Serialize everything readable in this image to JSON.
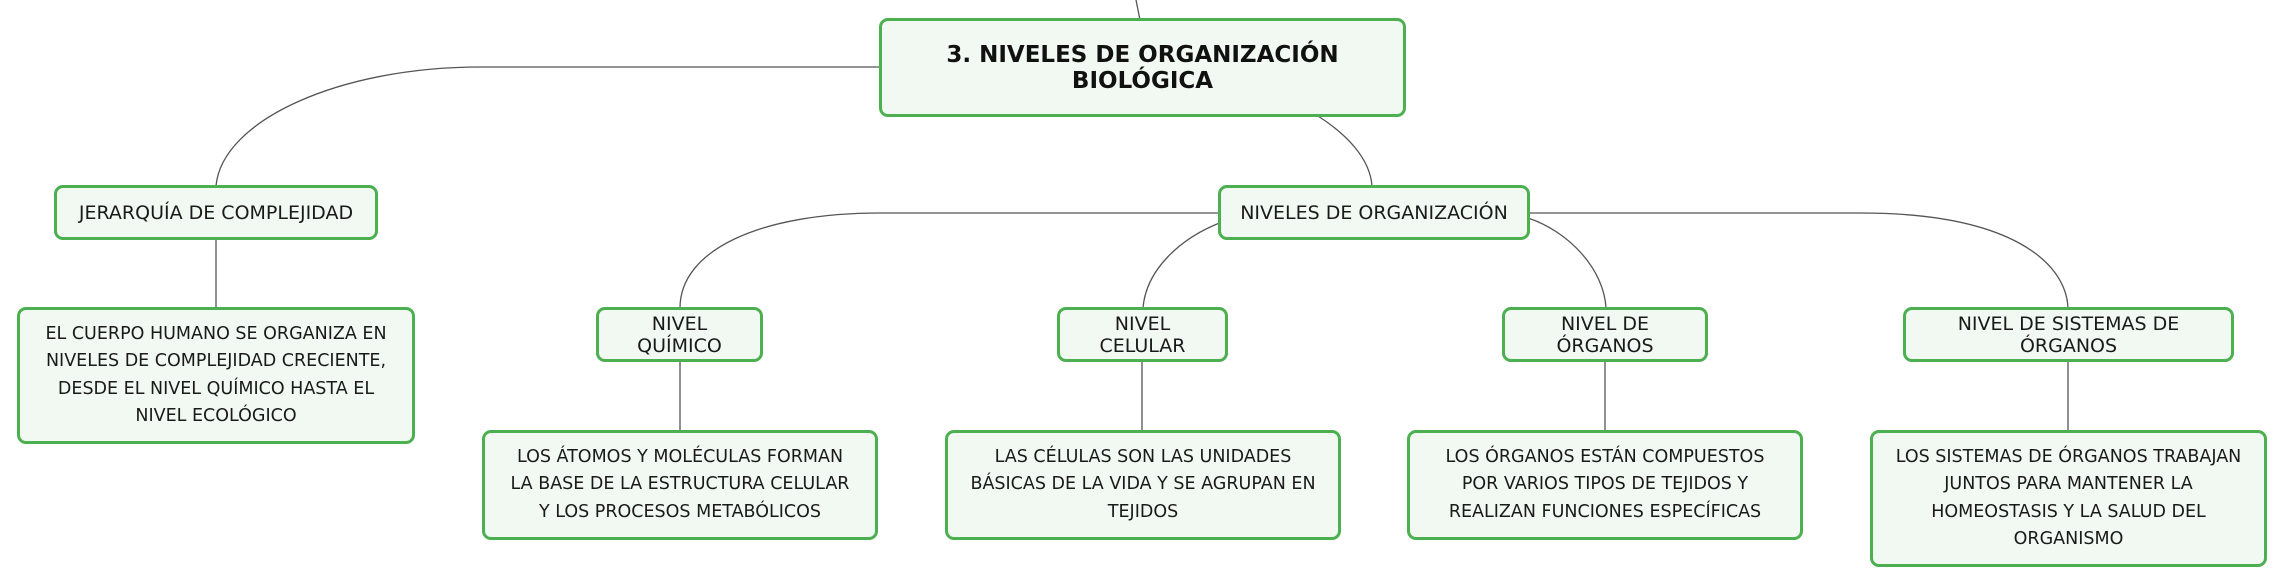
{
  "mindmap": {
    "root": {
      "label": "3. NIVELES DE ORGANIZACIÓN BIOLÓGICA"
    },
    "jerarquia": {
      "label": "JERARQUÍA DE COMPLEJIDAD",
      "detail": "EL CUERPO HUMANO SE ORGANIZA EN NIVELES DE COMPLEJIDAD CRECIENTE, DESDE EL NIVEL QUÍMICO HASTA EL NIVEL ECOLÓGICO"
    },
    "niveles": {
      "label": "NIVELES DE ORGANIZACIÓN",
      "items": [
        {
          "label": "NIVEL QUÍMICO",
          "detail": "LOS ÁTOMOS Y MOLÉCULAS FORMAN LA BASE DE LA ESTRUCTURA CELULAR Y LOS PROCESOS METABÓLICOS"
        },
        {
          "label": "NIVEL CELULAR",
          "detail": "LAS CÉLULAS SON LAS UNIDADES BÁSICAS DE LA VIDA Y SE AGRUPAN EN TEJIDOS"
        },
        {
          "label": "NIVEL DE ÓRGANOS",
          "detail": "LOS ÓRGANOS ESTÁN COMPUESTOS POR VARIOS TIPOS DE TEJIDOS Y REALIZAN FUNCIONES ESPECÍFICAS"
        },
        {
          "label": "NIVEL DE SISTEMAS DE ÓRGANOS",
          "detail": "LOS SISTEMAS DE ÓRGANOS TRABAJAN JUNTOS PARA MANTENER LA HOMEOSTASIS Y LA SALUD DEL ORGANISMO"
        }
      ]
    }
  },
  "colors": {
    "node_border": "#4caf50",
    "node_fill": "#f1f9f2",
    "connector": "#555555"
  }
}
